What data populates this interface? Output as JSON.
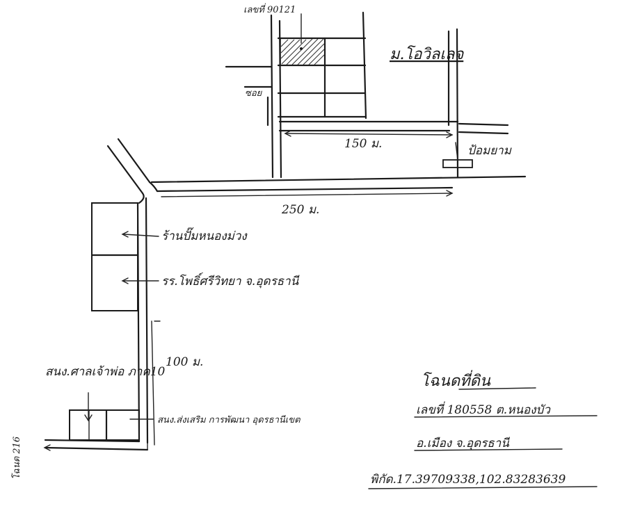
{
  "labels": {
    "land_no_top": "เลขที่ 90121",
    "village": "ม.โอวิลเลจ",
    "side_road": "ซอย",
    "dist_150": "150 ม.",
    "gate": "ป้อมยาม",
    "dist_250": "250 ม.",
    "shop": "ร้านปั๊มหนองม่วง",
    "school": "รร.โพธิ์ศรีวิทยา จ.อุดรธานี",
    "dist_100": "100 ม.",
    "health_center": "สนง.ศาลเจ้าพ่อ ภาค10",
    "office": "สนง.ส่งเสริม การพัฒนา อุดรธานีเขต",
    "side_note": "โฉนด 216"
  },
  "deed": {
    "title": "โฉนดที่ดิน",
    "line_number": "เลขที่ 180558 ต.หนองบัว",
    "line_district": "อ.เมือง จ.อุดรธานี",
    "line_coords": "พิกัด.17.39709338,102.83283639"
  }
}
